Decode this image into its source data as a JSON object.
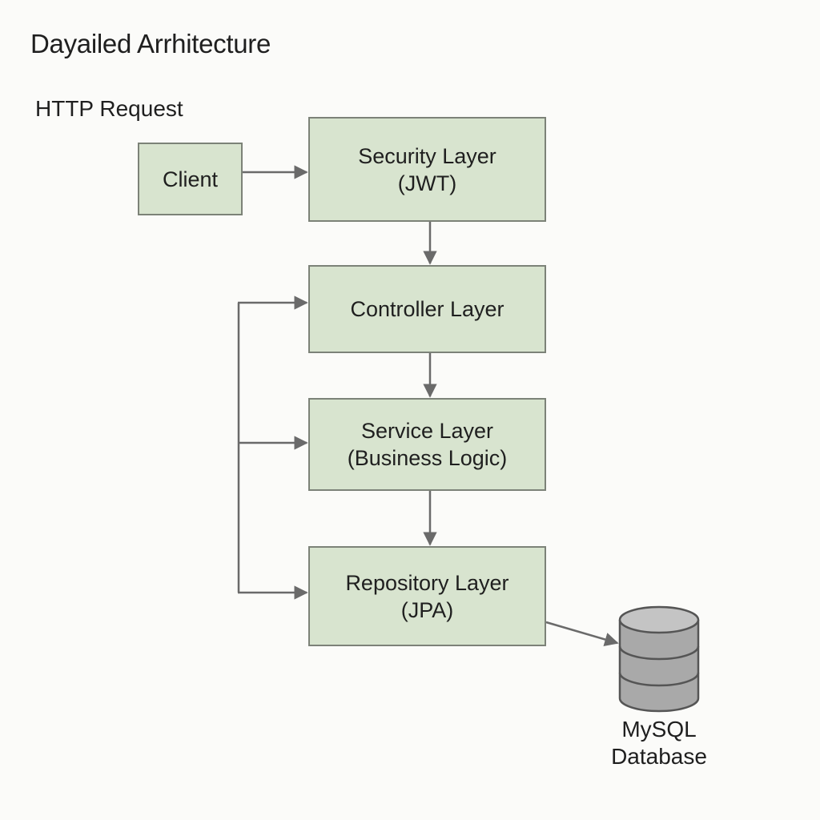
{
  "diagram": {
    "title": "Dayailed Arrhitecture",
    "subtitle": "HTTP Request",
    "nodes": {
      "client": {
        "label": "Client"
      },
      "security": {
        "line1": "Security Layer",
        "line2": "(JWT)"
      },
      "controller": {
        "line1": "Controller Layer"
      },
      "service": {
        "line1": "Service Layer",
        "line2": "(Business Logic)"
      },
      "repository": {
        "line1": "Repository Layer",
        "line2": "(JPA)"
      },
      "database": {
        "line1": "MySQL",
        "line2": "Database",
        "icon": "database-icon"
      }
    },
    "edges": [
      {
        "from": "client",
        "to": "security"
      },
      {
        "from": "security",
        "to": "controller"
      },
      {
        "from": "controller",
        "to": "service"
      },
      {
        "from": "service",
        "to": "repository"
      },
      {
        "from": "repository",
        "to": "database"
      },
      {
        "from": "side-bus",
        "to": "controller"
      },
      {
        "from": "side-bus",
        "to": "service"
      },
      {
        "from": "side-bus",
        "to": "repository"
      }
    ],
    "colors": {
      "box_fill": "#d8e4cf",
      "box_border": "#7c8278",
      "arrow": "#6a6a6a",
      "db_fill": "#a9a9a9",
      "db_stroke": "#555555"
    }
  }
}
